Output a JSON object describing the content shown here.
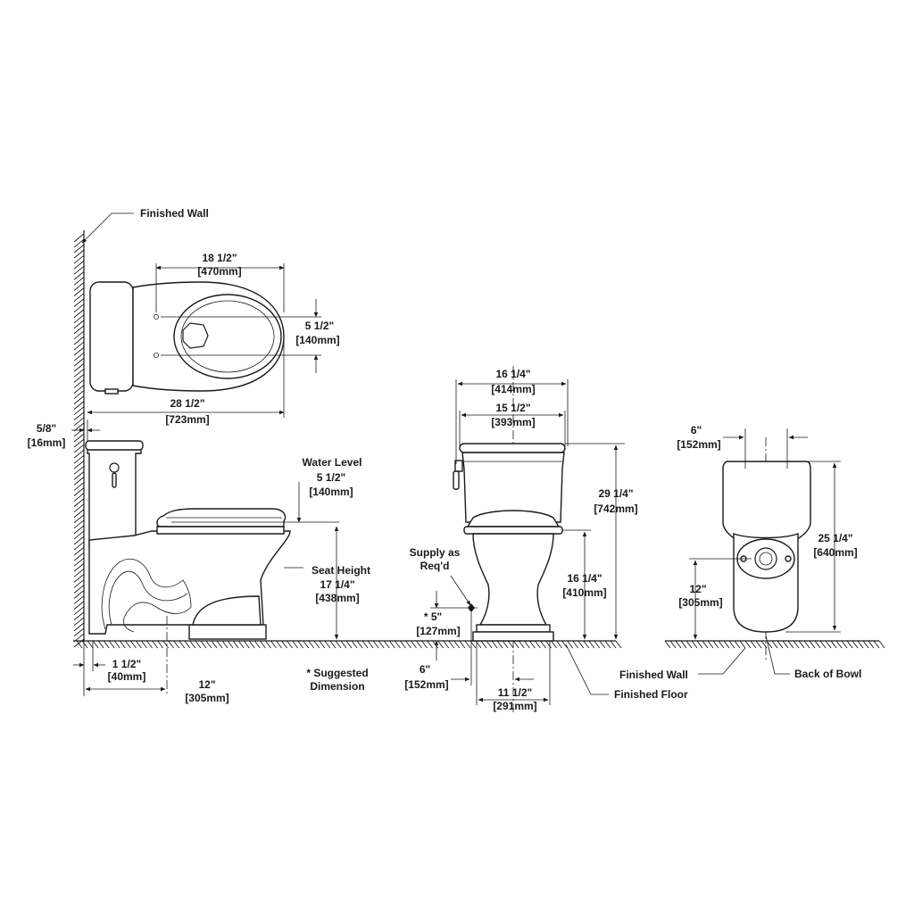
{
  "labels": {
    "finished_wall_top": "Finished Wall",
    "finished_wall_bottom": "Finished Wall",
    "finished_floor": "Finished Floor",
    "back_of_bowl": "Back of Bowl",
    "water_level": "Water Level",
    "seat_height": "Seat Height",
    "supply_line1": "Supply as",
    "supply_line2": "Req'd",
    "suggested_line1": "* Suggested",
    "suggested_line2": "Dimension"
  },
  "dimensions": {
    "top_width": {
      "in": "18 1/2\"",
      "mm": "[470mm]"
    },
    "bolt_spacing": {
      "in": "5 1/2\"",
      "mm": "[140mm]"
    },
    "overall_depth": {
      "in": "28 1/2\"",
      "mm": "[723mm]"
    },
    "wall_gap": {
      "in": "5/8\"",
      "mm": "[16mm]"
    },
    "water_level": {
      "in": "5 1/2\"",
      "mm": "[140mm]"
    },
    "seat_height": {
      "in": "17 1/4\"",
      "mm": "[438mm]"
    },
    "base_offset": {
      "in": "1 1/2\"",
      "mm": "[40mm]"
    },
    "rough_in": {
      "in": "12\"",
      "mm": "[305mm]"
    },
    "tank_width": {
      "in": "16 1/4\"",
      "mm": "[414mm]"
    },
    "lid_width": {
      "in": "15 1/2\"",
      "mm": "[393mm]"
    },
    "overall_height": {
      "in": "29 1/4\"",
      "mm": "[742mm]"
    },
    "rim_height": {
      "in": "16 1/4\"",
      "mm": "[410mm]"
    },
    "supply_height": {
      "in": "* 5\"",
      "mm": "[127mm]"
    },
    "supply_offset": {
      "in": "6\"",
      "mm": "[152mm]"
    },
    "base_width": {
      "in": "11 1/2\"",
      "mm": "[291mm]"
    },
    "back_offset": {
      "in": "6\"",
      "mm": "[152mm]"
    },
    "back_height": {
      "in": "25 1/4\"",
      "mm": "[640mm]"
    },
    "flange_height": {
      "in": "12\"",
      "mm": "[305mm]"
    }
  }
}
